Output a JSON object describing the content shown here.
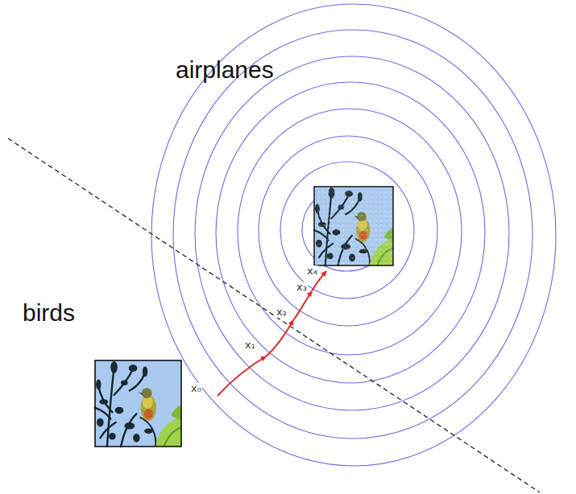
{
  "diagram": {
    "labels": [
      "airplanes",
      "birds",
      "x₀",
      "x₁",
      "x₂",
      "x₃",
      "x₄"
    ]
  }
}
